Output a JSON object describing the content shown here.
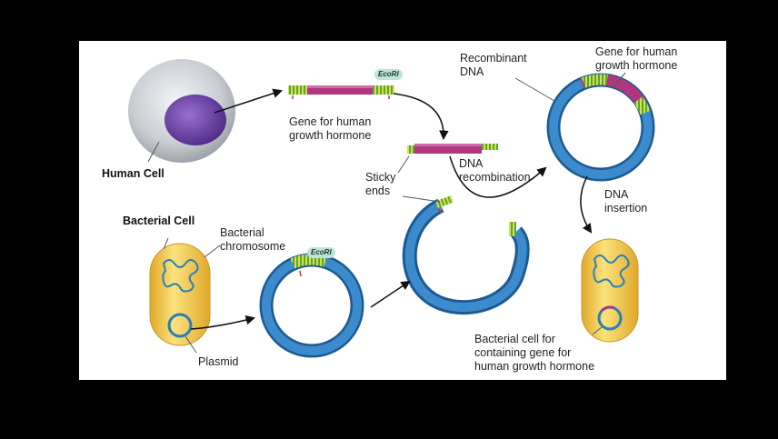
{
  "labels": {
    "human_cell": "Human Cell",
    "gene_top": "Gene for human\ngrowth hormone",
    "enzyme_top": "EcoRI",
    "sticky_ends": "Sticky\nends",
    "dna_recombination": "DNA\nrecombination",
    "recombinant_dna": "Recombinant\nDNA",
    "gene_right": "Gene for human\ngrowth hormone",
    "dna_insertion": "DNA\ninsertion",
    "bacterial_cell": "Bacterial Cell",
    "bacterial_chromosome": "Bacterial\nchromosome",
    "enzyme_plasmid": "EcoRI",
    "plasmid": "Plasmid",
    "result_cell": "Bacterial cell for\ncontaining gene for\nhuman growth hormone"
  },
  "colors": {
    "panel_background": "#ffffff",
    "outer_background": "#000000",
    "plasmid_ring": "#2f78b8",
    "gene_segment": "#b0377f",
    "sticky_end_yellow": "#e3dd3c",
    "sticky_end_green": "#4aa84a",
    "bacterial_cell_fill": "#f3cf4c",
    "human_cell_fill": "#cfd3d8",
    "nucleus": "#6b3fa0",
    "enzyme_badge": "#bfe3d6"
  }
}
